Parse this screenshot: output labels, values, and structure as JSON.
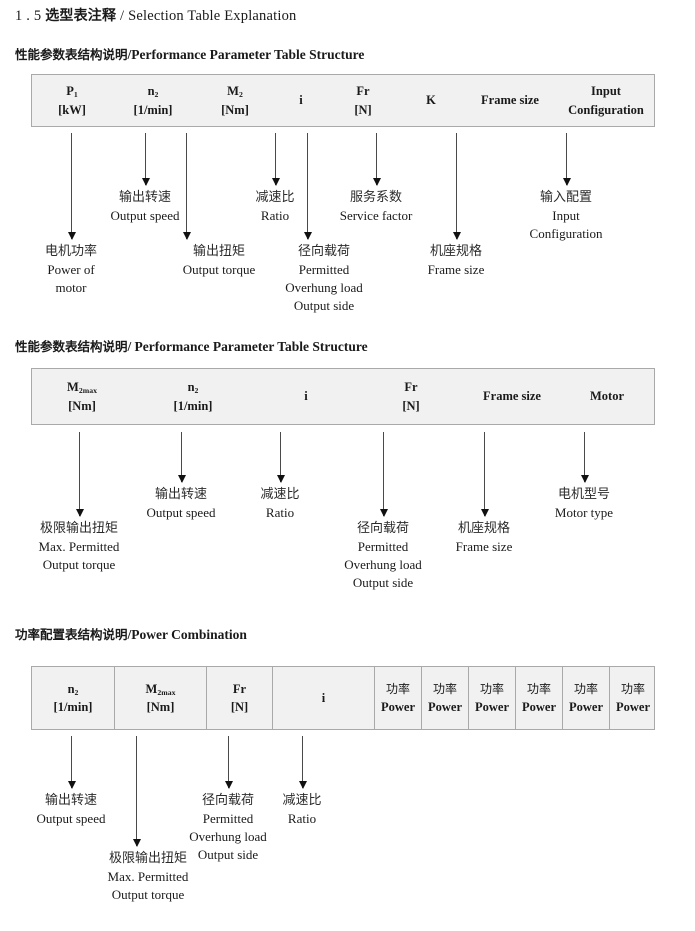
{
  "document": {
    "section_number": "1 . 5",
    "title_cn": "选型表注释",
    "title_sep": "/",
    "title_en": "Selection Table Explanation"
  },
  "sections": [
    {
      "heading_cn": "性能参数表结构说明",
      "heading_sep": "/",
      "heading_en": "Performance Parameter Table Structure",
      "table": {
        "divided": false,
        "columns": [
          {
            "symbol": "P",
            "sub": "1",
            "unit": "[kW]"
          },
          {
            "symbol": "n",
            "sub": "2",
            "unit": "[1/min]"
          },
          {
            "symbol": "M",
            "sub": "2",
            "unit": "[Nm]"
          },
          {
            "symbol": "i",
            "sub": "",
            "unit": ""
          },
          {
            "symbol": "Fr",
            "sub": "",
            "unit": "[N]"
          },
          {
            "symbol": "K",
            "sub": "",
            "unit": ""
          },
          {
            "symbol": "Frame size",
            "sub": "",
            "unit": ""
          },
          {
            "symbol": "Input",
            "sub": "",
            "unit": "Configuration"
          }
        ]
      },
      "notes": [
        {
          "cn": "电机功率",
          "en": [
            "Power of",
            "motor"
          ]
        },
        {
          "cn": "输出转速",
          "en": [
            "Output speed"
          ]
        },
        {
          "cn": "输出扭矩",
          "en": [
            "Output torque"
          ]
        },
        {
          "cn": "减速比",
          "en": [
            "Ratio"
          ]
        },
        {
          "cn": "径向载荷",
          "en": [
            "Permitted",
            "Overhung load",
            "Output side"
          ]
        },
        {
          "cn": "服务系数",
          "en": [
            "Service factor"
          ]
        },
        {
          "cn": "机座规格",
          "en": [
            "Frame size"
          ]
        },
        {
          "cn": "输入配置",
          "en": [
            "Input",
            "Configuration"
          ]
        }
      ]
    },
    {
      "heading_cn": "性能参数表结构说明",
      "heading_sep": "/",
      "heading_en": "Performance Parameter Table Structure",
      "table": {
        "divided": false,
        "columns": [
          {
            "symbol": "M",
            "sub": "2max",
            "unit": "[Nm]"
          },
          {
            "symbol": "n",
            "sub": "2",
            "unit": "[1/min]"
          },
          {
            "symbol": "i",
            "sub": "",
            "unit": ""
          },
          {
            "symbol": "Fr",
            "sub": "",
            "unit": "[N]"
          },
          {
            "symbol": "Frame size",
            "sub": "",
            "unit": ""
          },
          {
            "symbol": "Motor",
            "sub": "",
            "unit": ""
          }
        ]
      },
      "notes": [
        {
          "cn": "极限输出扭矩",
          "en": [
            "Max. Permitted",
            "Output  torque"
          ]
        },
        {
          "cn": "输出转速",
          "en": [
            "Output speed"
          ]
        },
        {
          "cn": "减速比",
          "en": [
            "Ratio"
          ]
        },
        {
          "cn": "径向载荷",
          "en": [
            "Permitted",
            "Overhung load",
            "Output side"
          ]
        },
        {
          "cn": "机座规格",
          "en": [
            "Frame size"
          ]
        },
        {
          "cn": "电机型号",
          "en": [
            "Motor type"
          ]
        }
      ]
    },
    {
      "heading_cn": "功率配置表结构说明",
      "heading_sep": "/",
      "heading_en": "Power Combination",
      "table": {
        "divided": true,
        "columns": [
          {
            "symbol": "n",
            "sub": "2",
            "unit": "[1/min]"
          },
          {
            "symbol": "M",
            "sub": "2max",
            "unit": "[Nm]"
          },
          {
            "symbol": "Fr",
            "sub": "",
            "unit": "[N]"
          },
          {
            "symbol": "i",
            "sub": "",
            "unit": ""
          },
          {
            "symbol_cn": "功率",
            "sub": "",
            "unit": "Power"
          },
          {
            "symbol_cn": "功率",
            "sub": "",
            "unit": "Power"
          },
          {
            "symbol_cn": "功率",
            "sub": "",
            "unit": "Power"
          },
          {
            "symbol_cn": "功率",
            "sub": "",
            "unit": "Power"
          },
          {
            "symbol_cn": "功率",
            "sub": "",
            "unit": "Power"
          },
          {
            "symbol_cn": "功率",
            "sub": "",
            "unit": "Power"
          }
        ]
      },
      "notes": [
        {
          "cn": "输出转速",
          "en": [
            "Output speed"
          ]
        },
        {
          "cn": "极限输出扭矩",
          "en": [
            "Max. Permitted",
            "Output  torque"
          ]
        },
        {
          "cn": "径向载荷",
          "en": [
            "Permitted",
            "Overhung load",
            "Output side"
          ]
        },
        {
          "cn": "减速比",
          "en": [
            "Ratio"
          ]
        }
      ]
    }
  ],
  "colors": {
    "table_bg": "#f1f1f1",
    "table_border": "#a9a9a9",
    "arrow": "#4a4a4a",
    "text": "#1a1a1a"
  }
}
